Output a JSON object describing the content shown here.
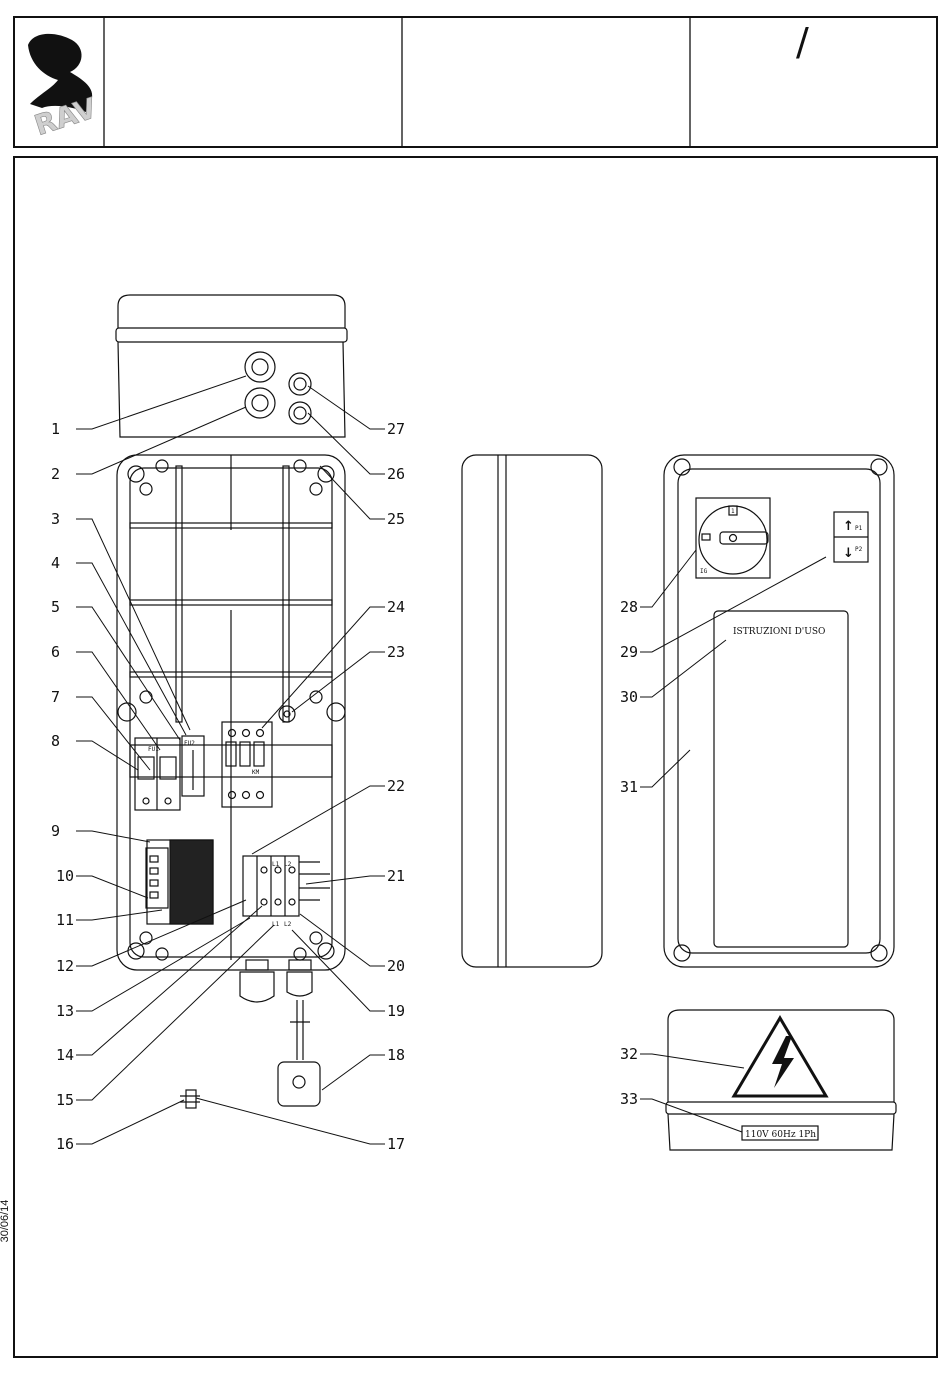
{
  "title_block": {
    "logo_text": "RAV",
    "cell4_mark": "/"
  },
  "date": "30/06/14",
  "labels": {
    "left": [
      "1",
      "2",
      "3",
      "4",
      "5",
      "6",
      "7",
      "8",
      "9",
      "10",
      "11",
      "12",
      "13",
      "14",
      "15",
      "16"
    ],
    "right": [
      "27",
      "26",
      "25",
      "24",
      "23",
      "22",
      "21",
      "20",
      "19",
      "18",
      "17"
    ],
    "cover": [
      "28",
      "29",
      "30",
      "31",
      "32",
      "33"
    ]
  },
  "component_text": {
    "fu1": "FU1",
    "fu2": "FU2",
    "km": "KM",
    "ig": "IG",
    "switch_pos": "1",
    "p1": "P1",
    "p2": "P2",
    "instructions": "ISTRUZIONI D'USO",
    "rating": "110V 60Hz 1Ph",
    "terminal_a": "L1",
    "terminal_b": "L2",
    "arrow_up": "↑",
    "arrow_down": "↓"
  },
  "colors": {
    "line": "#111111",
    "background": "#ffffff"
  }
}
